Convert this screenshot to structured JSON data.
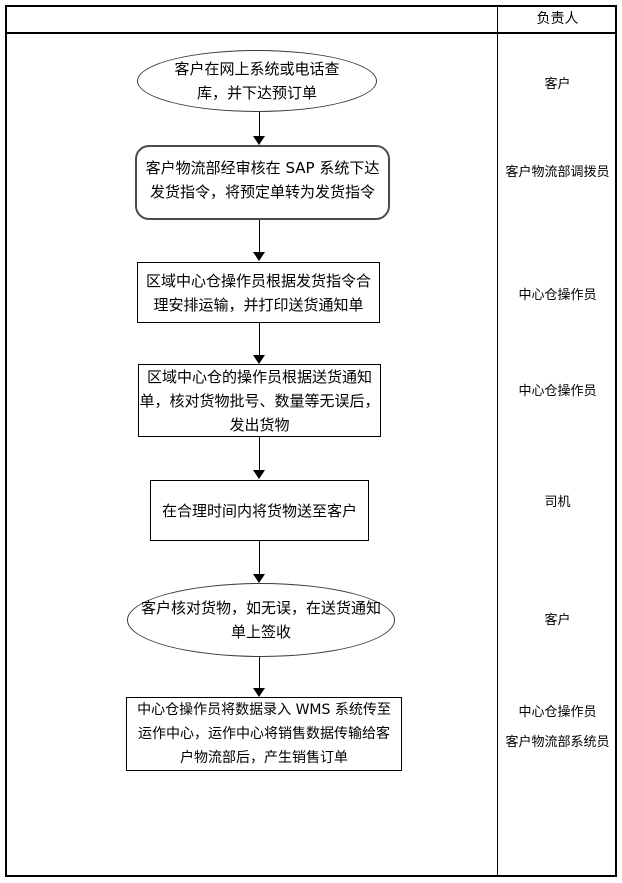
{
  "header": {
    "responsible_column_label": "负责人"
  },
  "colors": {
    "background": "#ffffff",
    "line": "#000000",
    "text": "#000000"
  },
  "flow": {
    "steps": [
      {
        "shape": "ellipse",
        "lines": [
          "客户在网上系统或电话查",
          "库，并下达预订单"
        ],
        "responsible": "客户"
      },
      {
        "shape": "rounded-rect",
        "lines": [
          "客户物流部经审核在 SAP 系统下达",
          "发货指令，将预定单转为发货指令"
        ],
        "responsible": "客户物流部调拨员"
      },
      {
        "shape": "rect",
        "lines": [
          "区域中心仓操作员根据发货指令合",
          "理安排运输，并打印送货通知单"
        ],
        "responsible": "中心仓操作员"
      },
      {
        "shape": "rect",
        "lines": [
          "区域中心仓的操作员根据送货通知",
          "单，核对货物批号、数量等无误后，",
          "发出货物"
        ],
        "responsible": "中心仓操作员"
      },
      {
        "shape": "rect",
        "lines": [
          "在合理时间内将货物送至客户"
        ],
        "responsible": "司机"
      },
      {
        "shape": "ellipse",
        "lines": [
          "客户核对货物，如无误，在送货通知",
          "单上签收"
        ],
        "responsible": "客户"
      },
      {
        "shape": "rect",
        "lines": [
          "中心仓操作员将数据录入 WMS 系统传至",
          "运作中心，运作中心将销售数据传输给客",
          "户物流部后，产生销售订单"
        ],
        "responsible": "中心仓操作员",
        "responsible_2": "客户物流部系统员"
      }
    ]
  }
}
